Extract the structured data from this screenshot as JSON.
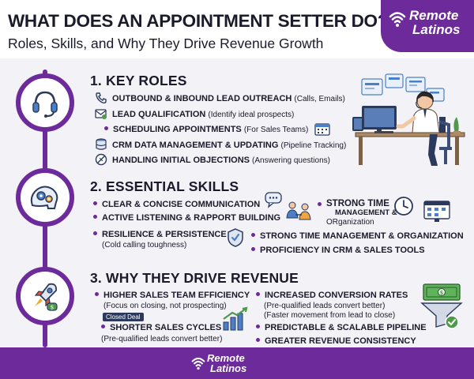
{
  "header": {
    "title": "WHAT DOES AN APPOINTMENT SETTER DO?",
    "subtitle": "Roles, Skills, and Why They Drive Revenue Growth"
  },
  "brand": {
    "line1": "Remote",
    "line2": "Latinos",
    "color": "#6d2a9a"
  },
  "sections": {
    "roles": {
      "title": "1. KEY ROLES",
      "items": [
        {
          "label": "OUTBOUND & INBOUND LEAD OUTREACH",
          "detail": "(Calls, Emails)"
        },
        {
          "label": "LEAD QUALIFICATION",
          "detail": "(Identify ideal prospects)"
        },
        {
          "label": "SCHEDULING APPOINTMENTS",
          "detail": "(For Sales Teams)"
        },
        {
          "label": "CRM DATA MANAGEMENT & UPDATING",
          "detail": "(Pipeline Tracking)"
        },
        {
          "label": "HANDLING INITIAL OBJECTIONS",
          "detail": "(Answering questions)"
        }
      ]
    },
    "skills": {
      "title": "2. ESSENTIAL SKILLS",
      "items": [
        {
          "label": "CLEAR & CONCISE COMMUNICATION"
        },
        {
          "label": "ACTIVE LISTENING & RAPPORT BUILDING"
        },
        {
          "label": "RESILIENCE & PERSISTENCE",
          "detail": "(Cold calling toughness)"
        },
        {
          "label": "STRONG TIME MANAGEMENT & ORGANIZATION"
        },
        {
          "label": "PROFICIENCY IN CRM & SALES TOOLS"
        }
      ],
      "callout": {
        "line1": "STRONG TIME",
        "line2": "MANAGEMENT &",
        "line3": "ORganization"
      }
    },
    "revenue": {
      "title": "3. WHY THEY DRIVE REVENUE",
      "items": [
        {
          "label": "HIGHER SALES TEAM EFFICIENCY",
          "detail": "(Focus on closing, not prospecting)"
        },
        {
          "label": "SHORTER SALES CYCLES",
          "detail": "(Pre-qualified leads convert better)"
        },
        {
          "label": "INCREASED CONVERSION RATES",
          "detail": "(Pre-qualified leads convert better)",
          "detail2": "(Faster movement from lead to close)"
        },
        {
          "label": "PREDICTABLE & SCALABLE PIPELINE"
        },
        {
          "label": "GREATER REVENUE CONSISTENCY"
        }
      ],
      "badge": "Closed Deal"
    }
  }
}
